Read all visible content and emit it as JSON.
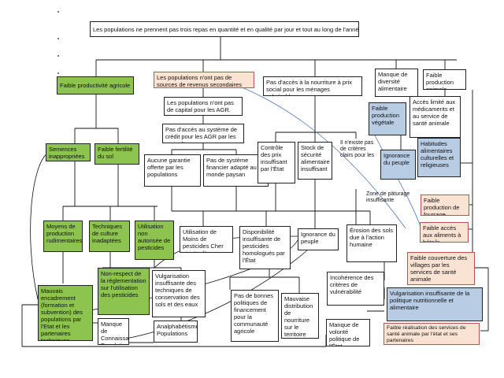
{
  "diagram": {
    "root": "Les populations ne prennent pas trois repas en quantité et en qualité par jour et tout au long de l'année.",
    "nodes": {
      "faible_productivite": "Faible productivité agricole",
      "pas_sources_revenus": "Les populations n'ont pas de sources de revenus secondaires autre que l'agriculture.",
      "acces_nourriture_prix": "Pas d'accès à la nourriture à prix social pour les ménages vulnérables",
      "manque_diversite": "Manque de diversité alimentaire",
      "faible_production_animale": "Faible production animale",
      "capital_agr": "Les populations n'ont pas de capital pour les AGR.",
      "systeme_credit": "Pas d'accès au système de crédit pour les AGR par les agriculteurs",
      "faible_production_vegetale": "Faible production végétale",
      "acces_medicaments": "Accès limité aux médicaments et au service de santé animale",
      "semences": "Semences inappropriées",
      "fertilite": "Faible fertilité du sol",
      "aucune_garantie": "Aucune garantie offerte par les populations",
      "systeme_financier": "Pas de système financier adapté au monde paysan",
      "controle_prix": "Contrôle des prix insuffisant par l'État",
      "stock_securite": "Stock de sécurité alimentaire insuffisant",
      "criteres_clairs": "Il n'existe pas de critères clairs pour les",
      "ignorance_peuple_1": "Ignorance du peuple",
      "habitudes": "Habitudes alimentaires culturelles et religieuses",
      "zone_paturage": "Zone de pâturage insuffisante",
      "faible_fourrage": "Faible production de fourrage",
      "acces_aliments_betails": "Faible accès aux aliments à bétails",
      "moyens_production": "Moyens de production rudimentaires",
      "techniques_culture": "Techniques de culture inadaptées",
      "utilisation_pesticides": "Utilisation non autorisée de pesticides",
      "moins_pesticides": "Utilisation de Moins de pesticides Cher et interdit.",
      "disponibilite_pesticides": "Disponibilité insuffisante de pesticides homologués par l'État",
      "ignorance_peuple_2": "Ignorance du peuple",
      "erosion": "Érosion des sols due à l'action humaine",
      "couverture_villages": "Faible couverture des villages par les services de santé animale",
      "vulgarisation_conservation": "Vulgarisation insuffisante des techniques de conservation des sols et des eaux",
      "incoherence": "Incohérence des critères de vulnérabilité",
      "non_respect": "Non-respect de la réglementation sur l'utilisation des pesticides",
      "mauvais_encadrement": "Mauvais encadrement (formation et subvention) des populations par l'Etat et les partenaires techniques",
      "politiques_financement": "Pas de bonnes politiques de financement pour la communauté agricole",
      "mauvaise_distribution": "Mauvaise distribution de nourriture sur le territoire national par l'État",
      "vulgarisation_politique": "Vulgarisation insuffisante de la politique nutritionnelle et alimentaire",
      "manque_connaissance": "Manque de Connaissance Populations",
      "analphabetisme": "Analphabétisme Populations",
      "manque_volonte": "Manque de volonté politique de l'État",
      "faible_realisation": "Faible réalisation des services de santé animale par l'état et ses partenaires"
    }
  }
}
